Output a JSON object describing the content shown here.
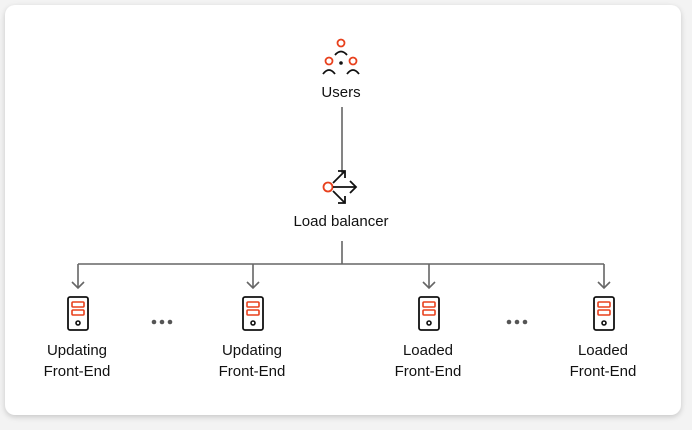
{
  "diagram": {
    "users": {
      "label": "Users",
      "icon": "users-icon"
    },
    "load_balancer": {
      "label": "Load balancer",
      "icon": "load-balancer-icon"
    },
    "nodes": [
      {
        "line1": "Updating",
        "line2": "Front-End",
        "icon": "server-icon"
      },
      {
        "line1": "Updating",
        "line2": "Front-End",
        "icon": "server-icon"
      },
      {
        "line1": "Loaded",
        "line2": "Front-End",
        "icon": "server-icon"
      },
      {
        "line1": "Loaded",
        "line2": "Front-End",
        "icon": "server-icon"
      }
    ],
    "ellipsis": [
      "more-nodes-ellipsis",
      "more-nodes-ellipsis"
    ],
    "colors": {
      "accent": "#e8401c",
      "ink": "#111111",
      "line": "#666666"
    }
  }
}
